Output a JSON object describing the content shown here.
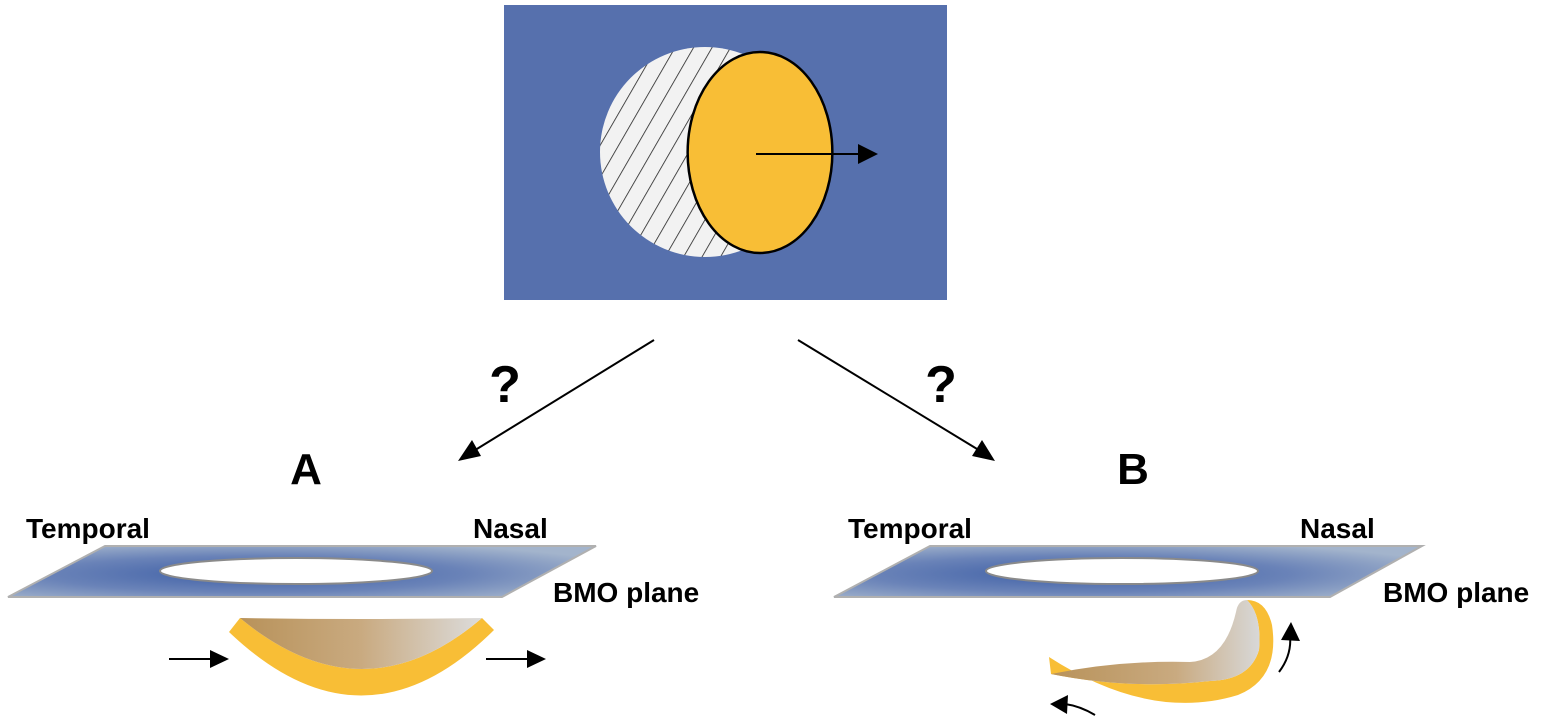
{
  "labels": {
    "question_left": "?",
    "question_right": "?",
    "panel_a": "A",
    "panel_b": "B",
    "temporal_a": "Temporal",
    "nasal_a": "Nasal",
    "bmo_plane_a": "BMO plane",
    "temporal_b": "Temporal",
    "nasal_b": "Nasal",
    "bmo_plane_b": "BMO plane"
  },
  "colors": {
    "background_box": "#5670ad",
    "disc_yellow": "#f8be36",
    "hatch_bg": "#f2f2f2",
    "plane_dark": "#3e5fa6",
    "plane_light": "#9aaec8",
    "cup_inner_dark": "#c49a5a",
    "cup_inner_light": "#d4d4d4",
    "arrow": "#000000"
  }
}
